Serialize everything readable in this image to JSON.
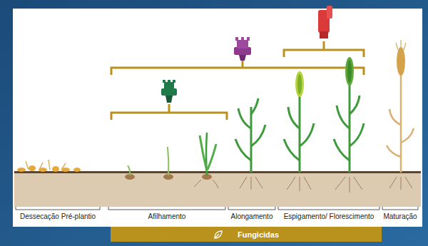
{
  "diagram": {
    "nodes": [
      {
        "text": [
          "Fungicidas"
        ]
      }
    ],
    "labels": [
      "Dessecação Pré-plantio",
      "Afilhamento",
      "Alongamento",
      "Espigamento/ Florescimento",
      "Maturação"
    ]
  }
}
